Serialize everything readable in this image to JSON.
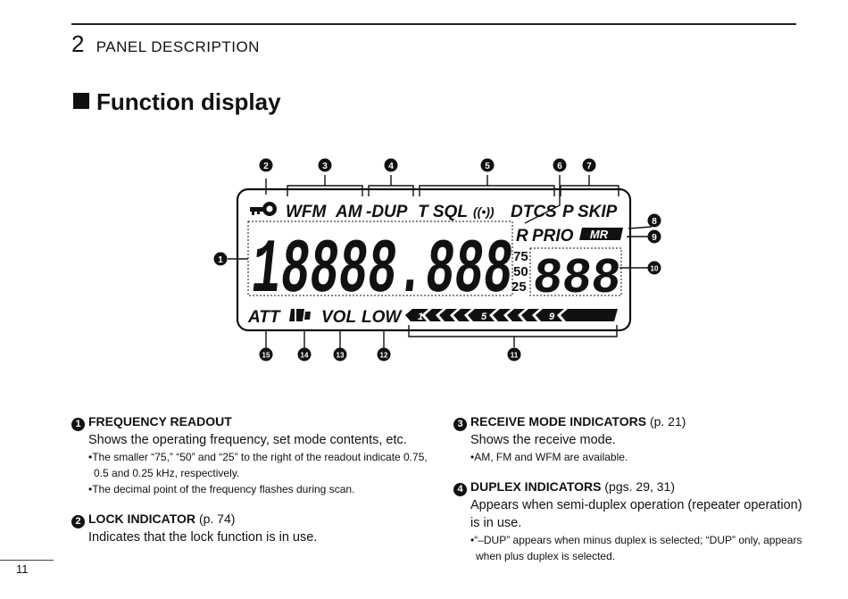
{
  "header": {
    "chapter_number": "2",
    "chapter_title": "PANEL DESCRIPTION"
  },
  "section_title": "Function display",
  "diagram": {
    "callouts": [
      "1",
      "2",
      "3",
      "4",
      "5",
      "6",
      "7",
      "8",
      "9",
      "10",
      "11",
      "12",
      "13",
      "14",
      "15"
    ],
    "segments": {
      "wfm": "WFM",
      "am": "AM",
      "dup": "-DUP",
      "tsql": "T SQL",
      "wave": "((•))",
      "dtcs": "DTCS",
      "p": "P",
      "skip": "SKIP",
      "r": "R",
      "prio": "PRIO",
      "mr": "MR",
      "main_digits": "18888.888",
      "sub_digits": "888",
      "s75": "75",
      "s50": "50",
      "s25": "25",
      "att": "ATT",
      "vol": "VOL",
      "low": "LOW",
      "meter_1": "1",
      "meter_5": "5",
      "meter_9": "9"
    }
  },
  "left_items": [
    {
      "badge": "1",
      "title": "FREQUENCY READOUT",
      "ref": "",
      "desc": "Shows the operating frequency, set mode contents, etc.",
      "bullets": [
        "•The smaller “75,” “50” and “25” to the right of the readout indicate 0.75, 0.5 and 0.25 kHz, respectively.",
        "•The decimal point of the frequency flashes during scan."
      ]
    },
    {
      "badge": "2",
      "title": "LOCK INDICATOR",
      "ref": "(p. 74)",
      "desc": "Indicates that the lock function is in use.",
      "bullets": []
    }
  ],
  "right_items": [
    {
      "badge": "3",
      "title": "RECEIVE MODE INDICATORS",
      "ref": "(p. 21)",
      "desc": "Shows the receive mode.",
      "bullets": [
        "•AM, FM and WFM are available."
      ]
    },
    {
      "badge": "4",
      "title": "DUPLEX INDICATORS",
      "ref": "(pgs. 29, 31)",
      "desc": "Appears when semi-duplex operation (repeater operation) is in use.",
      "bullets": [
        "•“–DUP” appears when minus duplex is selected; “DUP” only, appears when plus duplex is selected."
      ]
    }
  ],
  "page_number": "11"
}
